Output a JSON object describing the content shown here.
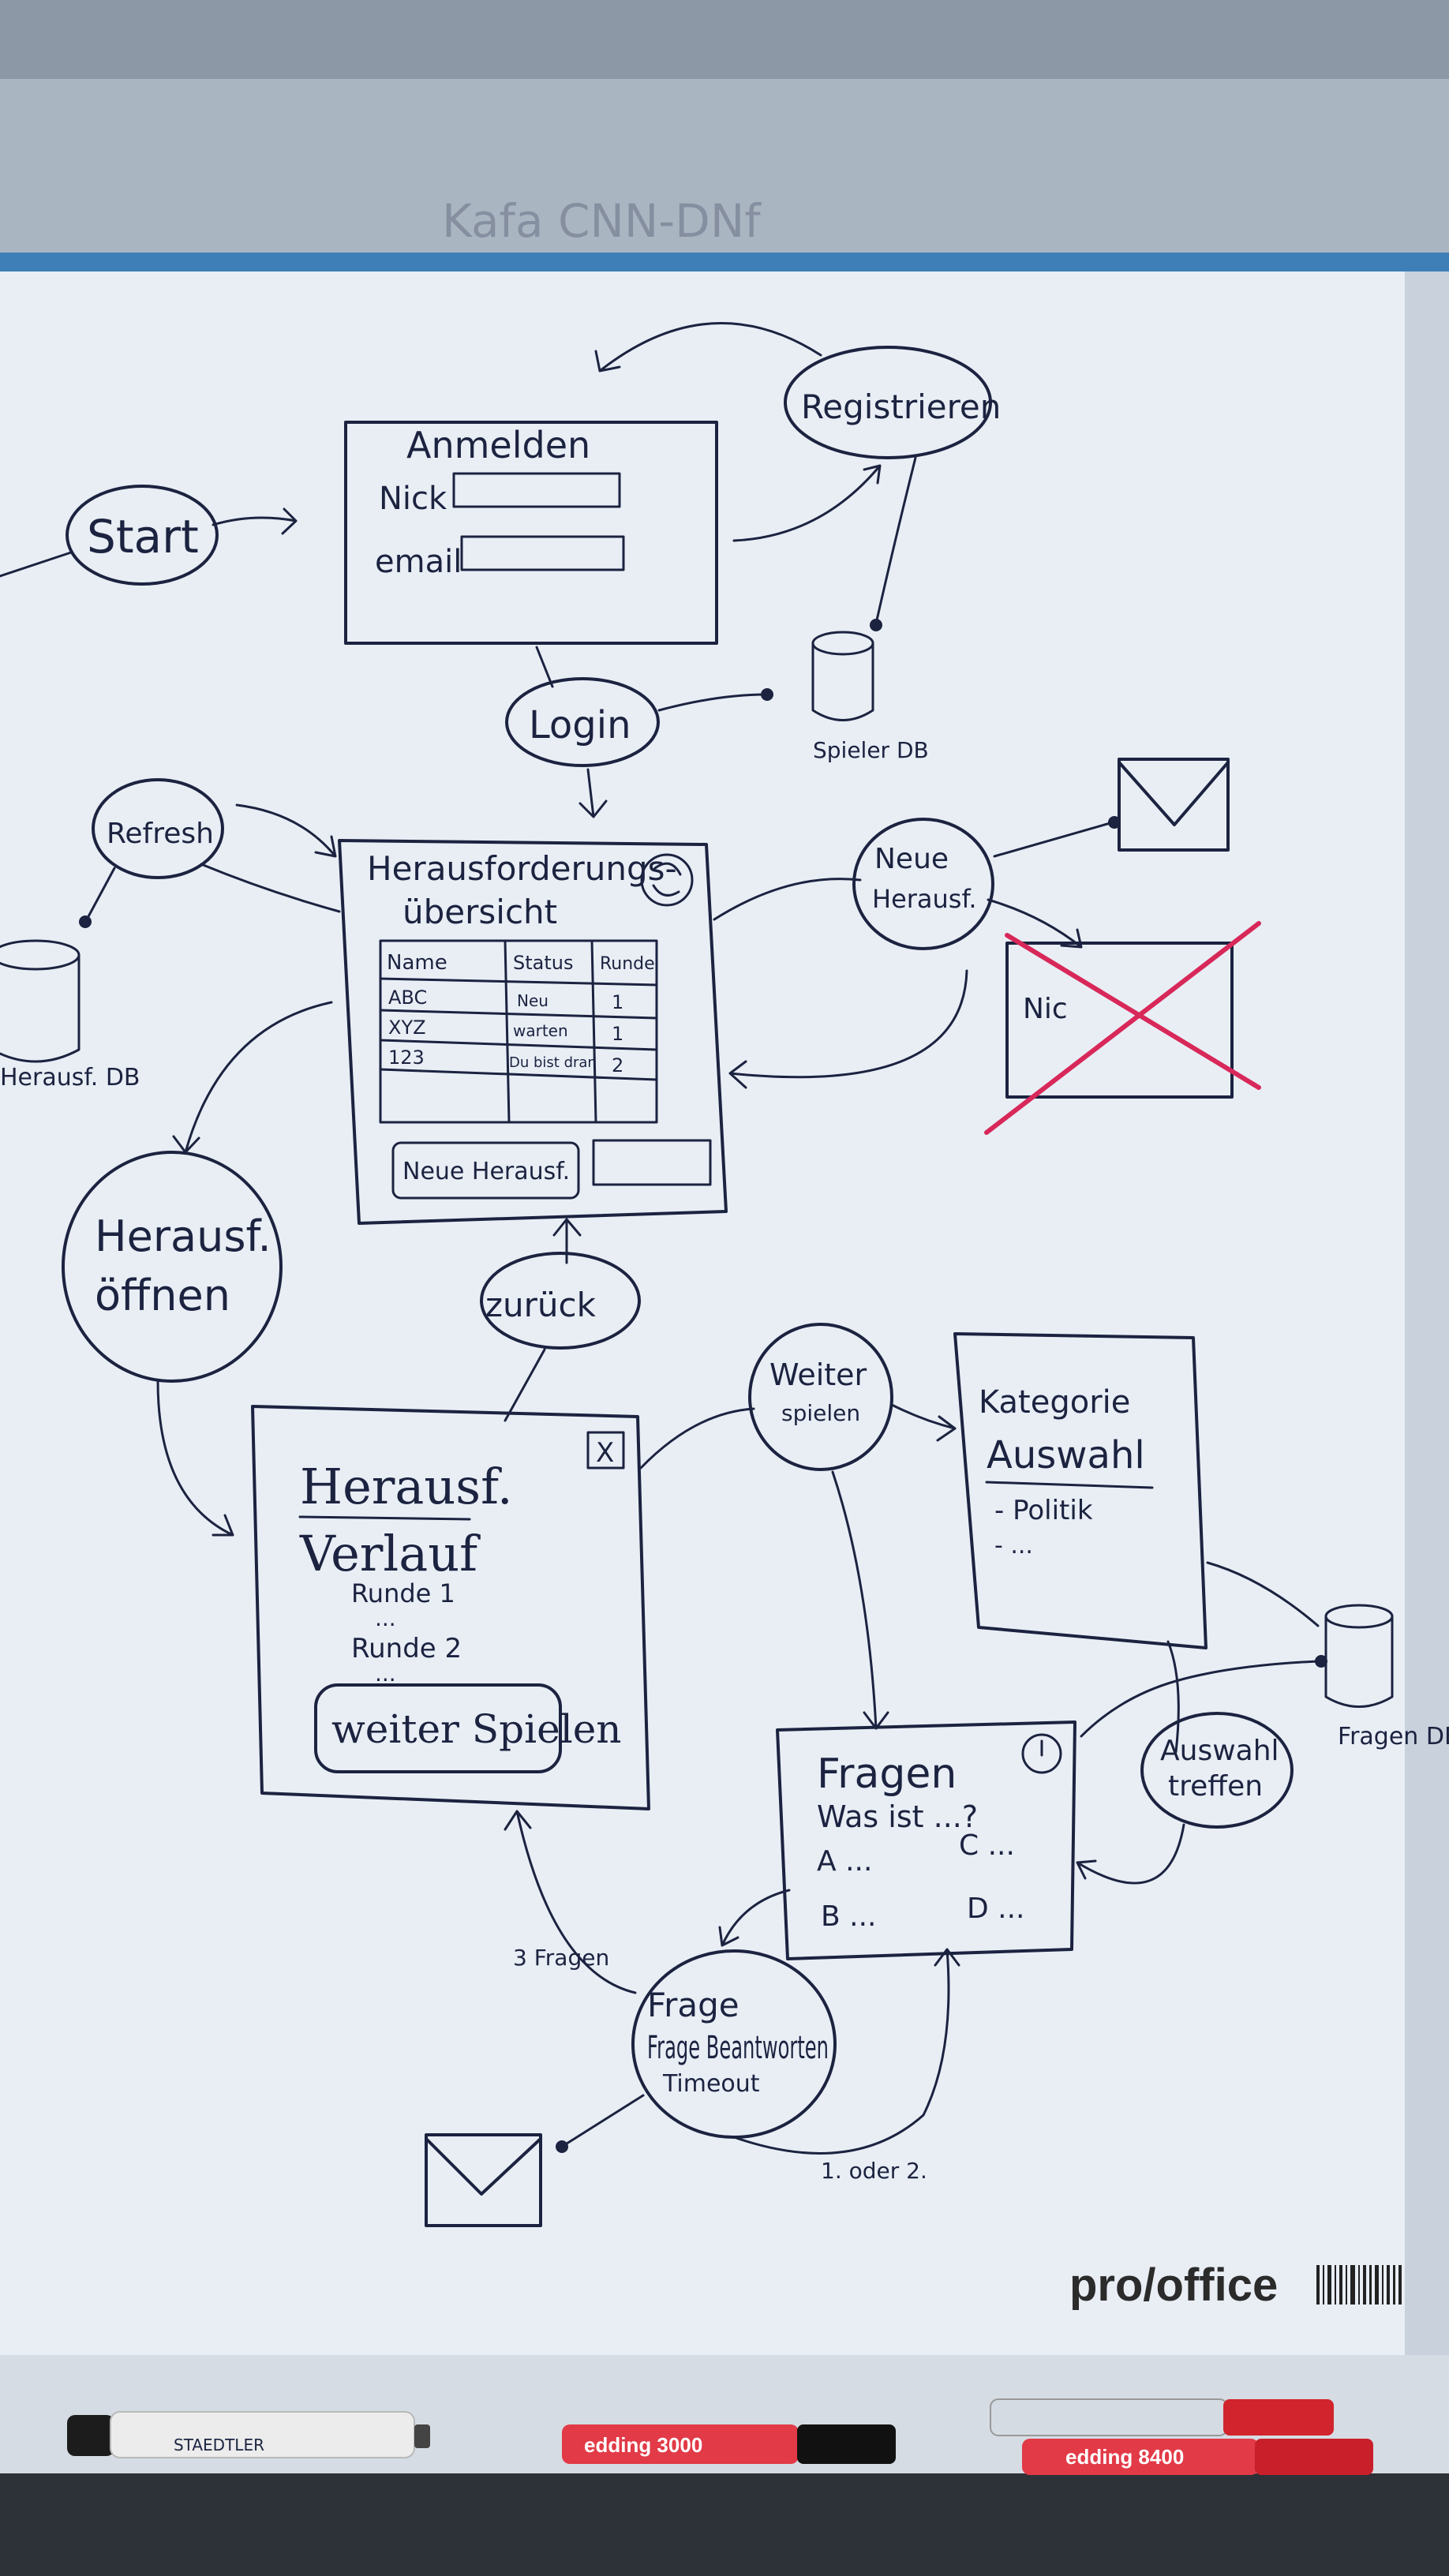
{
  "whiteboard": {
    "brand": "pro/office",
    "faint_top_text": "Kafa   CNN-DNf"
  },
  "flow": {
    "start": "Start",
    "registrieren": "Registrieren",
    "login": "Login",
    "refresh": "Refresh",
    "neue_herausf": "Neue Herausf.",
    "herausf_oeffnen": "Herausf. öffnen",
    "zurueck": "zurück",
    "weiter_spielen": "Weiter spielen",
    "auswahl_treffen": "Auswahl treffen",
    "frage_beantworten": "Frage Beantworten",
    "timeout": "Timeout",
    "drei_fragen": "3 Fragen",
    "eins_oder_zwei": "1. oder 2."
  },
  "login_screen": {
    "title": "Anmelden",
    "nick_label": "Nick",
    "email_label": "email"
  },
  "overview_screen": {
    "title": "Herausforderungs- übersicht",
    "columns": [
      "Name",
      "Status",
      "Runde"
    ],
    "rows": [
      [
        "ABC",
        "Neu",
        "1"
      ],
      [
        "XYZ",
        "warten",
        "1"
      ],
      [
        "123",
        "Du bist dran",
        "2"
      ]
    ],
    "new_button": "Neue Herausf."
  },
  "crossed_dialog": {
    "label": "Nic"
  },
  "verlauf_screen": {
    "title_line1": "Herausf.",
    "title_line2": "Verlauf",
    "round1": "Runde 1",
    "round2": "Runde 2",
    "dots": "...",
    "button": "weiter Spielen",
    "close": "X"
  },
  "kategorie_screen": {
    "title_line1": "Kategorie",
    "title_line2": "Auswahl",
    "item1": "- Politik",
    "item2": "- ..."
  },
  "fragen_screen": {
    "title": "Fragen",
    "question": "Was ist ...?",
    "answer_a": "A ...",
    "answer_b": "B ...",
    "answer_c": "C ...",
    "answer_d": "D ..."
  },
  "databases": {
    "spieler": "Spieler DB",
    "herausf": "Herausf. DB",
    "fragen": "Fragen DB"
  },
  "markers": {
    "black": "STAEDTLER",
    "red_left": "edding 3000",
    "red_right": "edding 8400"
  }
}
